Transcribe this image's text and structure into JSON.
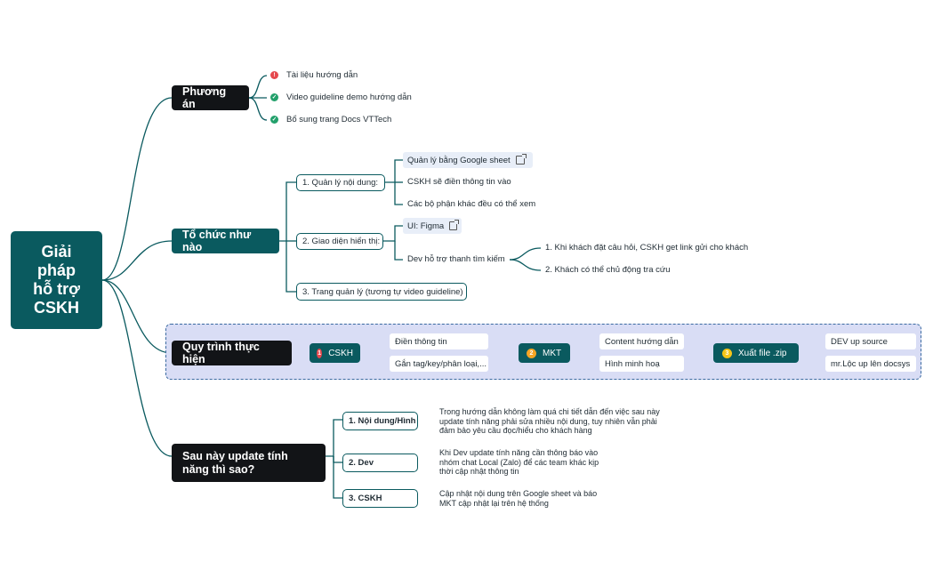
{
  "root": {
    "title_lines": [
      "Giải",
      "pháp",
      "hỗ trợ",
      "CSKH"
    ]
  },
  "phuong_an": {
    "title": "Phương án",
    "items": [
      {
        "status": "warning",
        "label": "Tài liệu hướng dẫn"
      },
      {
        "status": "done",
        "label": "Video guideline demo hướng dẫn"
      },
      {
        "status": "done",
        "label": "Bổ sung trang Docs VTTech"
      }
    ]
  },
  "to_chuc": {
    "title": "Tổ chức như nào",
    "quan_ly": {
      "label": "1. Quản lý nội dung:",
      "children": [
        "Quản lý bằng Google sheet",
        "CSKH sẽ điền thông tin vào",
        "Các bộ phận khác đều có thể xem"
      ]
    },
    "giao_dien": {
      "label": "2. Giao diện hiển thị:",
      "figma": "UI: Figma",
      "dev": "Dev hỗ trợ thanh tìm kiếm",
      "dev_children": [
        "1. Khi khách đặt câu hỏi, CSKH get link gửi cho khách",
        "2. Khách có thể chủ động tra cứu"
      ]
    },
    "trang": {
      "label": "3. Trang quản lý (tương tự video guideline)"
    }
  },
  "quy_trinh": {
    "title": "Quy trình thực hiện",
    "steps": [
      {
        "num": "1",
        "label": "CSKH",
        "color": "#e5484d",
        "children": [
          "Điền thông tin",
          "Gắn tag/key/phân loại,..."
        ]
      },
      {
        "num": "2",
        "label": "MKT",
        "color": "#f5a524",
        "children": [
          "Content hướng dẫn",
          "Hình minh hoạ"
        ]
      },
      {
        "num": "3",
        "label": "Xuất file .zip",
        "color": "#f5c518",
        "children": [
          "DEV up source",
          "mr.Lộc up lên docsys"
        ]
      }
    ]
  },
  "update": {
    "title_lines": [
      "Sau này update tính",
      "năng thì sao?"
    ],
    "items": [
      {
        "label": "1. Nội dung/Hình",
        "note_lines": [
          "Trong hướng dẫn không làm quá chi tiết dẫn đến việc sau này",
          "update tính năng phải sửa nhiều nội dung, tuy nhiên vẫn phải",
          "đảm bảo yêu cầu đọc/hiểu cho khách hàng"
        ]
      },
      {
        "label": "2. Dev",
        "note_lines": [
          "Khi Dev update tính năng cần thông báo vào",
          "nhóm chat Local (Zalo) để các team khác kịp",
          "thời cập nhật thông tin"
        ]
      },
      {
        "label": "3. CSKH",
        "note_lines": [
          "Cập nhật nội dung trên Google sheet và báo",
          "MKT cập nhật lại trên hệ thống"
        ]
      }
    ]
  },
  "colors": {
    "teal": "#0a5a5f",
    "dark": "#121417",
    "process_bg": "#d9ddf5",
    "chip_bg": "#e8eef8",
    "warning": "#e5484d",
    "done": "#22a06b"
  }
}
